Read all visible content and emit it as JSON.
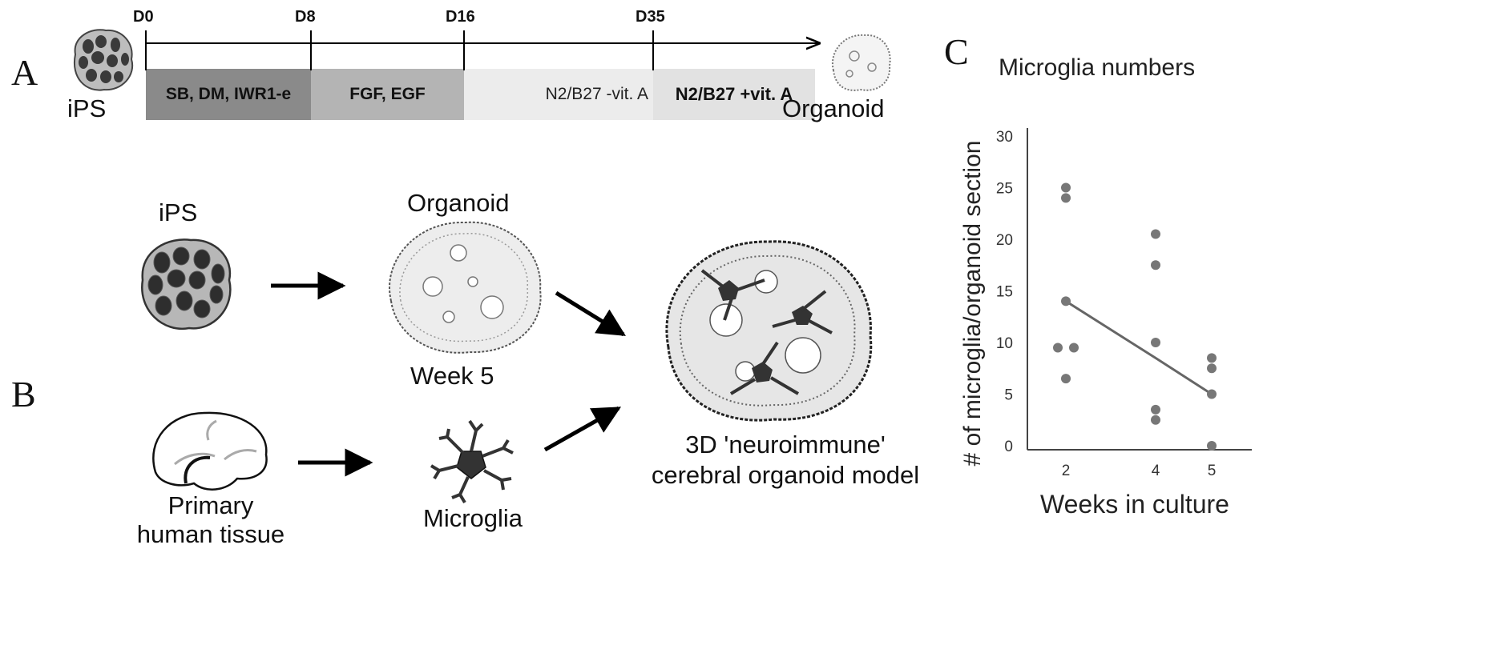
{
  "panels": {
    "a": "A",
    "b": "B",
    "c": "C"
  },
  "timeline": {
    "days": [
      "D0",
      "D8",
      "D16",
      "D35"
    ],
    "segments": [
      {
        "label": "SB, DM, IWR1-e",
        "color": "#8a8a8a"
      },
      {
        "label": "FGF, EGF",
        "color": "#b4b4b4"
      },
      {
        "label": "N2/B27 -vit. A",
        "color": "#ececec"
      },
      {
        "label": "N2/B27 +vit. A",
        "color": "#e2e2e2"
      }
    ],
    "start_label": "iPS",
    "end_label": "Organoid"
  },
  "panel_b": {
    "ips_label": "iPS",
    "organoid_label": "Organoid",
    "week_label": "Week 5",
    "tissue_label_1": "Primary",
    "tissue_label_2": "human tissue",
    "microglia_label": "Microglia",
    "model_label_1": "3D 'neuroimmune'",
    "model_label_2": "cerebral organoid model"
  },
  "chart_data": {
    "type": "scatter",
    "title": "Microglia numbers",
    "xlabel": "Weeks in culture",
    "ylabel": "# of microglia/organoid section",
    "x_ticks": [
      2,
      4,
      5
    ],
    "y_ticks": [
      0,
      5,
      10,
      15,
      20,
      25,
      30
    ],
    "ylim": [
      0,
      30
    ],
    "points": [
      {
        "x": 2,
        "y": 25
      },
      {
        "x": 2,
        "y": 24
      },
      {
        "x": 2,
        "y": 14
      },
      {
        "x": 2,
        "y": 9.5
      },
      {
        "x": 2,
        "y": 6.5
      },
      {
        "x": 4,
        "y": 20.5
      },
      {
        "x": 4,
        "y": 17.5
      },
      {
        "x": 4,
        "y": 10
      },
      {
        "x": 4,
        "y": 3.5
      },
      {
        "x": 4,
        "y": 2.5
      },
      {
        "x": 5,
        "y": 8.5
      },
      {
        "x": 5,
        "y": 7.5
      },
      {
        "x": 5,
        "y": 5
      },
      {
        "x": 5,
        "y": 0
      }
    ],
    "trend": [
      {
        "x": 2,
        "y": 14
      },
      {
        "x": 4,
        "y": 8.5
      },
      {
        "x": 5,
        "y": 5
      }
    ],
    "point_color": "#777777",
    "line_color": "#666666"
  }
}
